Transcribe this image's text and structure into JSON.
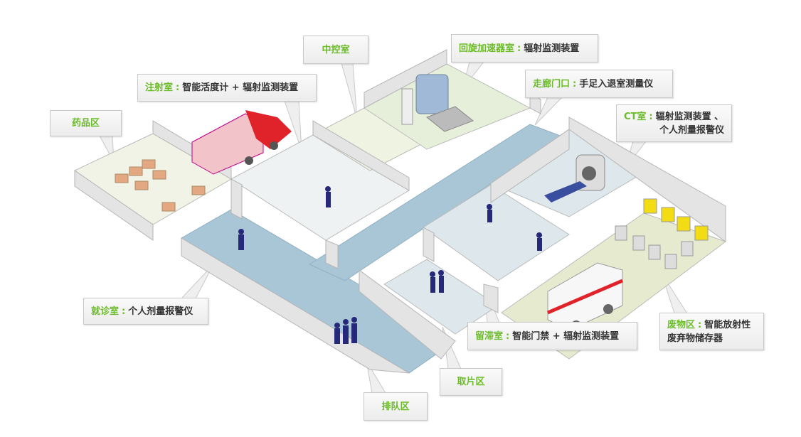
{
  "colors": {
    "zone_label": "#6cbb2a",
    "corridor": "#a9c6d6",
    "wall": "#e4e4e4",
    "waste_floor": "#e6ebcf"
  },
  "callouts": {
    "pharmacy": {
      "zone": "药品区"
    },
    "injection": {
      "zone": "注射室",
      "sep": ":",
      "device": "智能活度计 + 辐射监测装置"
    },
    "control": {
      "zone": "中控室"
    },
    "cyclotron": {
      "zone": "回旋加速器室",
      "sep": ":",
      "device": "辐射监测装置"
    },
    "corridor_door": {
      "zone": "走廊门口",
      "sep": ":",
      "device": "手足入退室测量仪"
    },
    "ct": {
      "zone": "CT室",
      "sep": ":",
      "device_line1": "辐射监测装置 、",
      "device_line2": "个人剂量报警仪"
    },
    "consult": {
      "zone": "就诊室",
      "sep": ":",
      "device": "个人剂量报警仪"
    },
    "retention": {
      "zone": "留滞室",
      "sep": ":",
      "device": "智能门禁 + 辐射监测装置"
    },
    "waste": {
      "zone": "废物区",
      "sep": ":",
      "device_line1": "智能放射性",
      "device_line2": "废弃物储存器"
    },
    "film": {
      "zone": "取片区"
    },
    "queue": {
      "zone": "排队区"
    }
  }
}
